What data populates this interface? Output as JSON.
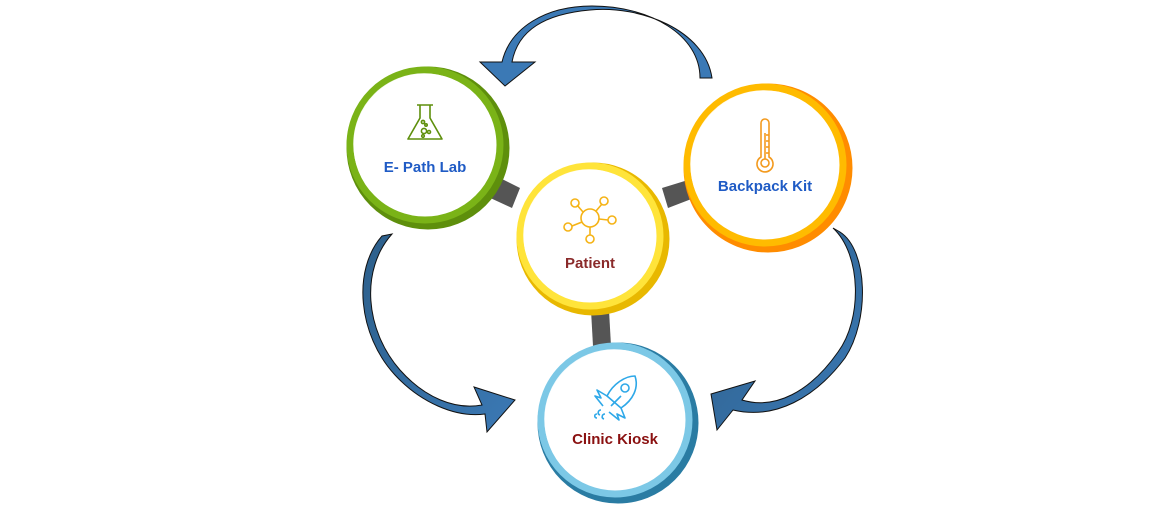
{
  "diagram": {
    "type": "cycle-hub",
    "nodes": [
      {
        "id": "e-path-lab",
        "label": "E- Path Lab",
        "icon": "flask-icon",
        "ring_color": "#7ab317",
        "ring_dark": "#5e8f0c",
        "icon_color": "#5e8f0c",
        "label_color": "#1f5bc5"
      },
      {
        "id": "patient",
        "label": "Patient",
        "icon": "network-hub-icon",
        "ring_color": "#ffe43a",
        "ring_dark": "#e8b800",
        "icon_color": "#f5b316",
        "label_color": "#8a2a2a"
      },
      {
        "id": "backpack-kit",
        "label": "Backpack Kit",
        "icon": "thermometer-icon",
        "ring_color": "#ffbb00",
        "ring_dark": "#ff8c00",
        "icon_color": "#f39a1e",
        "label_color": "#1f5bc5"
      },
      {
        "id": "clinic-kiosk",
        "label": "Clinic Kiosk",
        "icon": "rocket-icon",
        "ring_color": "#7cc8e6",
        "ring_dark": "#2a7ca3",
        "icon_color": "#2ea8e8",
        "label_color": "#8a1010"
      }
    ],
    "connectors": [
      {
        "from": "patient",
        "to": "e-path-lab"
      },
      {
        "from": "patient",
        "to": "backpack-kit"
      },
      {
        "from": "patient",
        "to": "clinic-kiosk"
      }
    ],
    "arrows": [
      {
        "from": "backpack-kit",
        "to": "e-path-lab"
      },
      {
        "from": "e-path-lab",
        "to": "clinic-kiosk"
      },
      {
        "from": "backpack-kit",
        "to": "clinic-kiosk"
      }
    ],
    "colors": {
      "arrow_fill": "#3b79b5",
      "arrow_dark": "#2d5f8a",
      "connector": "#555555"
    }
  }
}
